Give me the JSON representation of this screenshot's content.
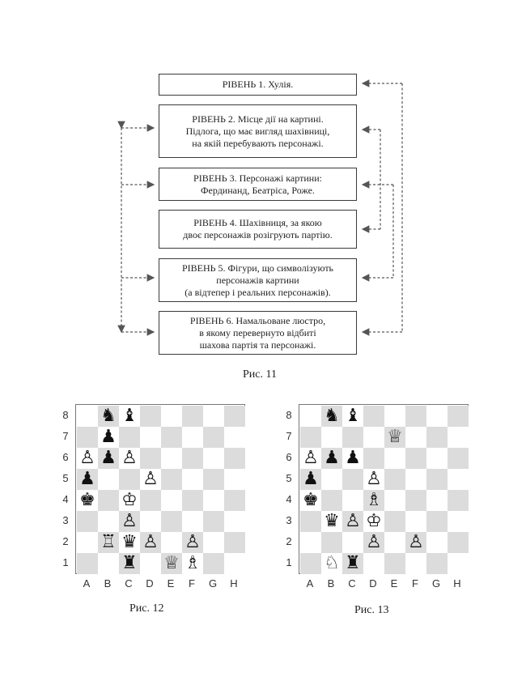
{
  "diagram": {
    "levels": [
      {
        "id": "level-1",
        "text": "РІВЕНЬ 1. Хулія."
      },
      {
        "id": "level-2",
        "text": "РІВЕНЬ 2. Місце дії на картині.\nПідлога, що має вигляд шахівниці,\nна якій перебувають персонажі."
      },
      {
        "id": "level-3",
        "text": "РІВЕНЬ 3. Персонажі картини:\nФердинанд, Беатріса, Роже."
      },
      {
        "id": "level-4",
        "text": "РІВЕНЬ 4. Шахівниця, за якою\nдвоє персонажів розігрують партію."
      },
      {
        "id": "level-5",
        "text": "РІВЕНЬ 5. Фігури, що символізують\nперсонажів картини\n(а відтепер і реальних персонажів)."
      },
      {
        "id": "level-6",
        "text": "РІВЕНЬ 6. Намальоване люстро,\nв якому перевернуто відбиті\nшахова партія та персонажі."
      }
    ],
    "caption": "Рис. 11"
  },
  "boards": [
    {
      "id": "fig-12",
      "caption": "Рис. 12",
      "files": [
        "A",
        "B",
        "C",
        "D",
        "E",
        "F",
        "G",
        "H"
      ],
      "ranks": [
        "8",
        "7",
        "6",
        "5",
        "4",
        "3",
        "2",
        "1"
      ],
      "pieces": [
        {
          "sq": "b8",
          "glyph": "♞"
        },
        {
          "sq": "c8",
          "glyph": "♝"
        },
        {
          "sq": "b7",
          "glyph": "♟"
        },
        {
          "sq": "a6",
          "glyph": "♙"
        },
        {
          "sq": "b6",
          "glyph": "♟"
        },
        {
          "sq": "c6",
          "glyph": "♙"
        },
        {
          "sq": "a5",
          "glyph": "♟"
        },
        {
          "sq": "d5",
          "glyph": "♙"
        },
        {
          "sq": "a4",
          "glyph": "♚"
        },
        {
          "sq": "c4",
          "glyph": "♔"
        },
        {
          "sq": "c3",
          "glyph": "♙"
        },
        {
          "sq": "b2",
          "glyph": "♖"
        },
        {
          "sq": "c2",
          "glyph": "♛"
        },
        {
          "sq": "d2",
          "glyph": "♙"
        },
        {
          "sq": "f2",
          "glyph": "♙"
        },
        {
          "sq": "c1",
          "glyph": "♜"
        },
        {
          "sq": "e1",
          "glyph": "♕"
        },
        {
          "sq": "f1",
          "glyph": "♗"
        }
      ]
    },
    {
      "id": "fig-13",
      "caption": "Рис. 13",
      "files": [
        "A",
        "B",
        "C",
        "D",
        "E",
        "F",
        "G",
        "H"
      ],
      "ranks": [
        "8",
        "7",
        "6",
        "5",
        "4",
        "3",
        "2",
        "1"
      ],
      "pieces": [
        {
          "sq": "b8",
          "glyph": "♞"
        },
        {
          "sq": "c8",
          "glyph": "♝"
        },
        {
          "sq": "e7",
          "glyph": "♕"
        },
        {
          "sq": "a6",
          "glyph": "♙"
        },
        {
          "sq": "b6",
          "glyph": "♟"
        },
        {
          "sq": "c6",
          "glyph": "♟"
        },
        {
          "sq": "a5",
          "glyph": "♟"
        },
        {
          "sq": "d5",
          "glyph": "♙"
        },
        {
          "sq": "a4",
          "glyph": "♚"
        },
        {
          "sq": "d4",
          "glyph": "♗"
        },
        {
          "sq": "b3",
          "glyph": "♛"
        },
        {
          "sq": "c3",
          "glyph": "♙"
        },
        {
          "sq": "d3",
          "glyph": "♔"
        },
        {
          "sq": "d2",
          "glyph": "♙"
        },
        {
          "sq": "f2",
          "glyph": "♙"
        },
        {
          "sq": "b1",
          "glyph": "♘"
        },
        {
          "sq": "c1",
          "glyph": "♜"
        }
      ]
    }
  ],
  "colors": {
    "dark_square": "#dcdcdc",
    "light_square": "#ffffff",
    "arrow": "#555555"
  }
}
